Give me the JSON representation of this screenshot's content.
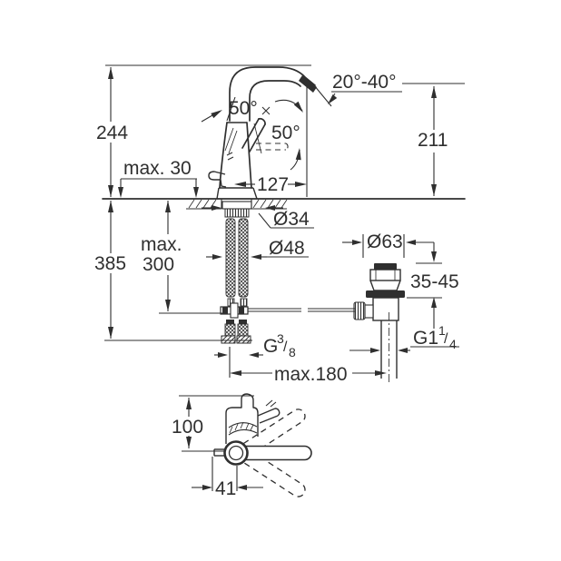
{
  "colors": {
    "line": "#2f2f2f",
    "background": "#ffffff"
  },
  "front_view": {
    "total_height": "244",
    "deck_thickness_max": "max. 30",
    "swivel_angle": "50°",
    "lever_angle": "50°",
    "aerator_angle_range": "20°-40°",
    "spout_reach": "127",
    "outlet_height": "211",
    "shank_diameter": "Ø34",
    "hole_diameter": "Ø48",
    "below_deck_depth": "385",
    "hose_length_max_line1": "max.",
    "hose_length_max_line2": "300",
    "rod_length_max": "max.180",
    "hose_thread_prefix": "G",
    "hose_thread_numerator": "3",
    "hose_thread_slash": "/",
    "hose_thread_denominator": "8"
  },
  "drain_assembly": {
    "flange_diameter": "Ø63",
    "deck_thickness_range": "35-45",
    "waste_thread_prefix": "G1",
    "waste_thread_numerator": "1",
    "waste_thread_slash": "/",
    "waste_thread_denominator": "4"
  },
  "plan_view": {
    "spout_projection": "100",
    "handle_offset": "41"
  }
}
